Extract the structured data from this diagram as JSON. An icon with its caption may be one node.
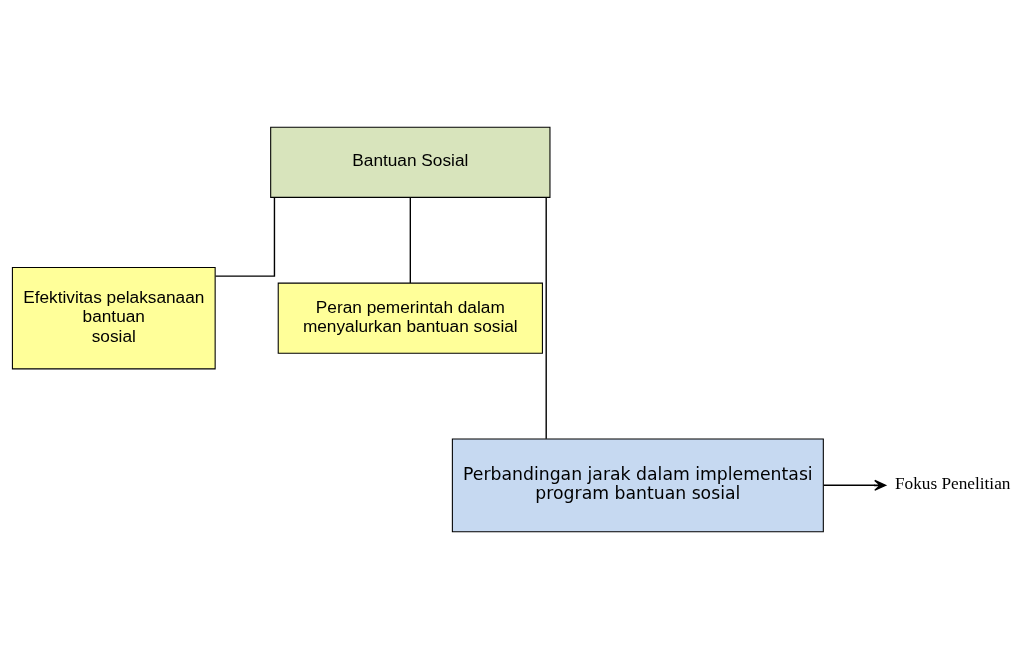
{
  "diagram": {
    "nodes": [
      {
        "text": [
          "Bantuan Sosial"
        ]
      },
      {
        "text": [
          "Efektivitas pelaksanaan bantuan sosial"
        ]
      },
      {
        "text": [
          "Peran pemerintah dalam menyalurkan bantuan sosial"
        ]
      },
      {
        "text": [
          "Perbandingan jarak dalam implementasi program bantuan sosial"
        ]
      },
      {
        "text": [
          "Fokus Penelitian"
        ]
      }
    ],
    "edges": [
      {
        "from": 0,
        "to": 1,
        "arrow": "none"
      },
      {
        "from": 0,
        "to": 2,
        "arrow": "none"
      },
      {
        "from": 0,
        "to": 3,
        "arrow": "none"
      },
      {
        "from": 3,
        "to": 4,
        "arrow": "to"
      }
    ]
  }
}
